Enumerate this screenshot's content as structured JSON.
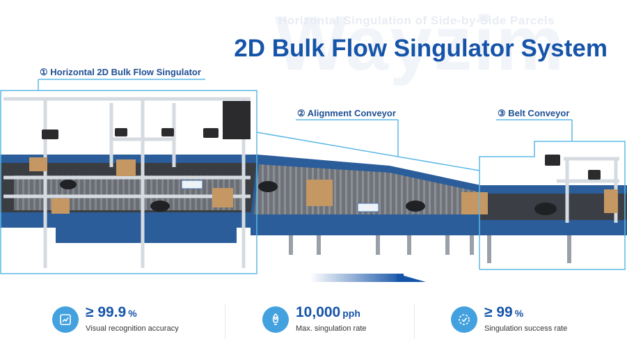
{
  "header": {
    "watermark": "Wayzim",
    "subtitle": "Horizontal Singulation of Side-by-Side Parcels",
    "title": "2D Bulk Flow Singulator System"
  },
  "sections": [
    {
      "label": "① Horizontal 2D Bulk Flow Singulator"
    },
    {
      "label": "② Alignment Conveyor"
    },
    {
      "label": "③ Belt Conveyor"
    }
  ],
  "stats": [
    {
      "value": "≥ 99.9",
      "unit": "%",
      "label": "Visual recognition accuracy",
      "icon": "chart-checklist-icon"
    },
    {
      "value": "10,000",
      "unit": "pph",
      "label": "Max. singulation rate",
      "icon": "rocket-icon"
    },
    {
      "value": "≥ 99",
      "unit": "%",
      "label": "Singulation success rate",
      "icon": "target-check-icon"
    }
  ],
  "colors": {
    "brand": "#1554a8",
    "callout_line": "#5bb8e6",
    "icon_bg": "#42a1de",
    "conveyor_blue": "#2a5d9a"
  }
}
